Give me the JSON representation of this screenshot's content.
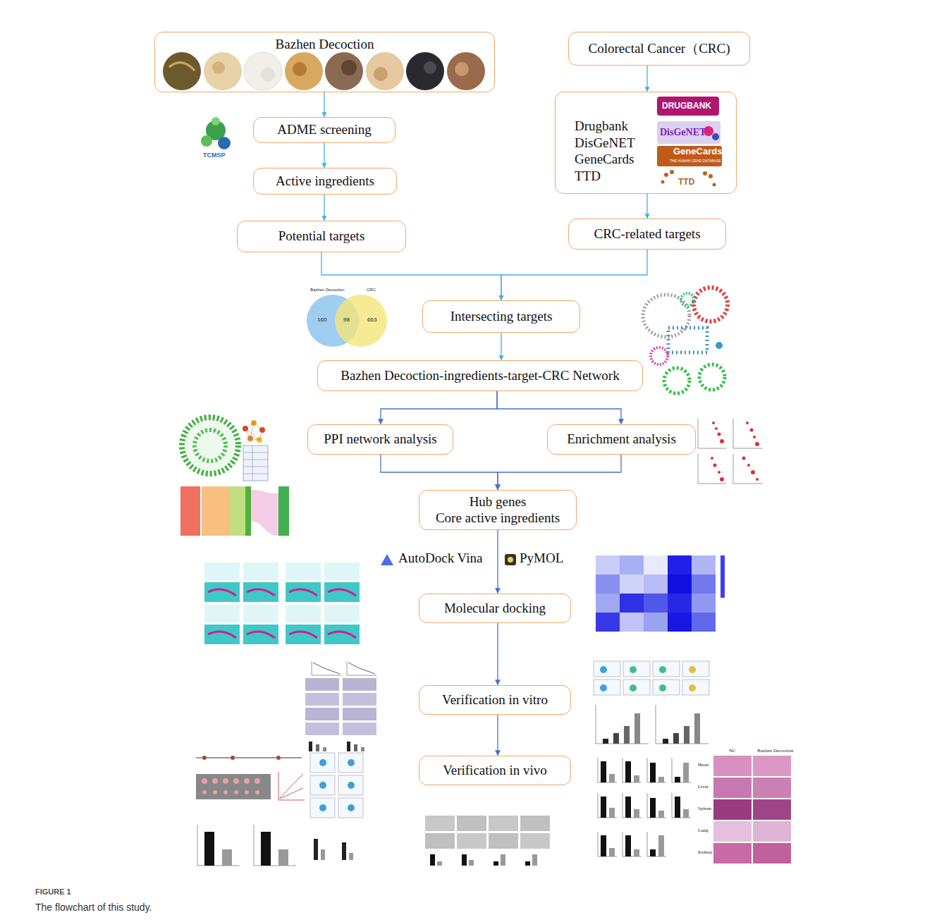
{
  "diagram": {
    "caption": "The flowchart of this study.",
    "nodes": [
      {
        "text": [
          "Bazhen Decoction"
        ]
      },
      {
        "text": [
          "Colorectal Cancer（CRC)"
        ]
      },
      {
        "text": [
          "Drugbank DisGeNET GeneCards TTD"
        ]
      },
      {
        "text": [
          "ADME screening"
        ]
      },
      {
        "text": [
          "Active ingredients"
        ]
      },
      {
        "text": [
          "Potential targets"
        ]
      },
      {
        "text": [
          "CRC-related targets"
        ]
      },
      {
        "text": [
          "Intersecting targets"
        ]
      },
      {
        "text": [
          "Bazhen Decoction-ingredients-target-CRC Network"
        ]
      },
      {
        "text": [
          "PPI network analysis"
        ]
      },
      {
        "text": [
          "Enrichment analysis"
        ]
      },
      {
        "text": [
          "Hub genes",
          "Core active ingredients"
        ]
      },
      {
        "text": [
          "Molecular docking"
        ]
      },
      {
        "text": [
          "Verification in vitro"
        ]
      },
      {
        "text": [
          "Verification in vivo"
        ]
      }
    ],
    "edges": [
      {
        "from": 0,
        "to": 3,
        "arrow": "to"
      },
      {
        "from": 3,
        "to": 4,
        "arrow": "to"
      },
      {
        "from": 4,
        "to": 5,
        "arrow": "to"
      },
      {
        "from": 1,
        "to": 2,
        "arrow": "to"
      },
      {
        "from": 2,
        "to": 6,
        "arrow": "to"
      },
      {
        "from": 5,
        "to": 7,
        "arrow": "to"
      },
      {
        "from": 6,
        "to": 7,
        "arrow": "to"
      },
      {
        "from": 7,
        "to": 8,
        "arrow": "to"
      },
      {
        "from": 8,
        "to": 9,
        "arrow": "to"
      },
      {
        "from": 8,
        "to": 10,
        "arrow": "to"
      },
      {
        "from": 9,
        "to": 11,
        "arrow": "to"
      },
      {
        "from": 10,
        "to": 11,
        "arrow": "to"
      },
      {
        "from": 11,
        "to": 12,
        "arrow": "to"
      },
      {
        "from": 12,
        "to": 13,
        "arrow": "to"
      },
      {
        "from": 13,
        "to": 14,
        "arrow": "to"
      }
    ],
    "labels": [
      "TCMSP",
      "DRUGBANK",
      "DisGeNET",
      "GeneCards",
      "THE HUMAN GENE DATABASE",
      "TTD",
      "Bazhen Decoction",
      "CRC",
      "160",
      "98",
      "663",
      "AutoDock Vina",
      "PyMOL",
      "NC",
      "Bazhen Decoction",
      "Heart",
      "Liver",
      "Spleen",
      "Lung",
      "Kidney",
      "FIGURE 1"
    ]
  }
}
